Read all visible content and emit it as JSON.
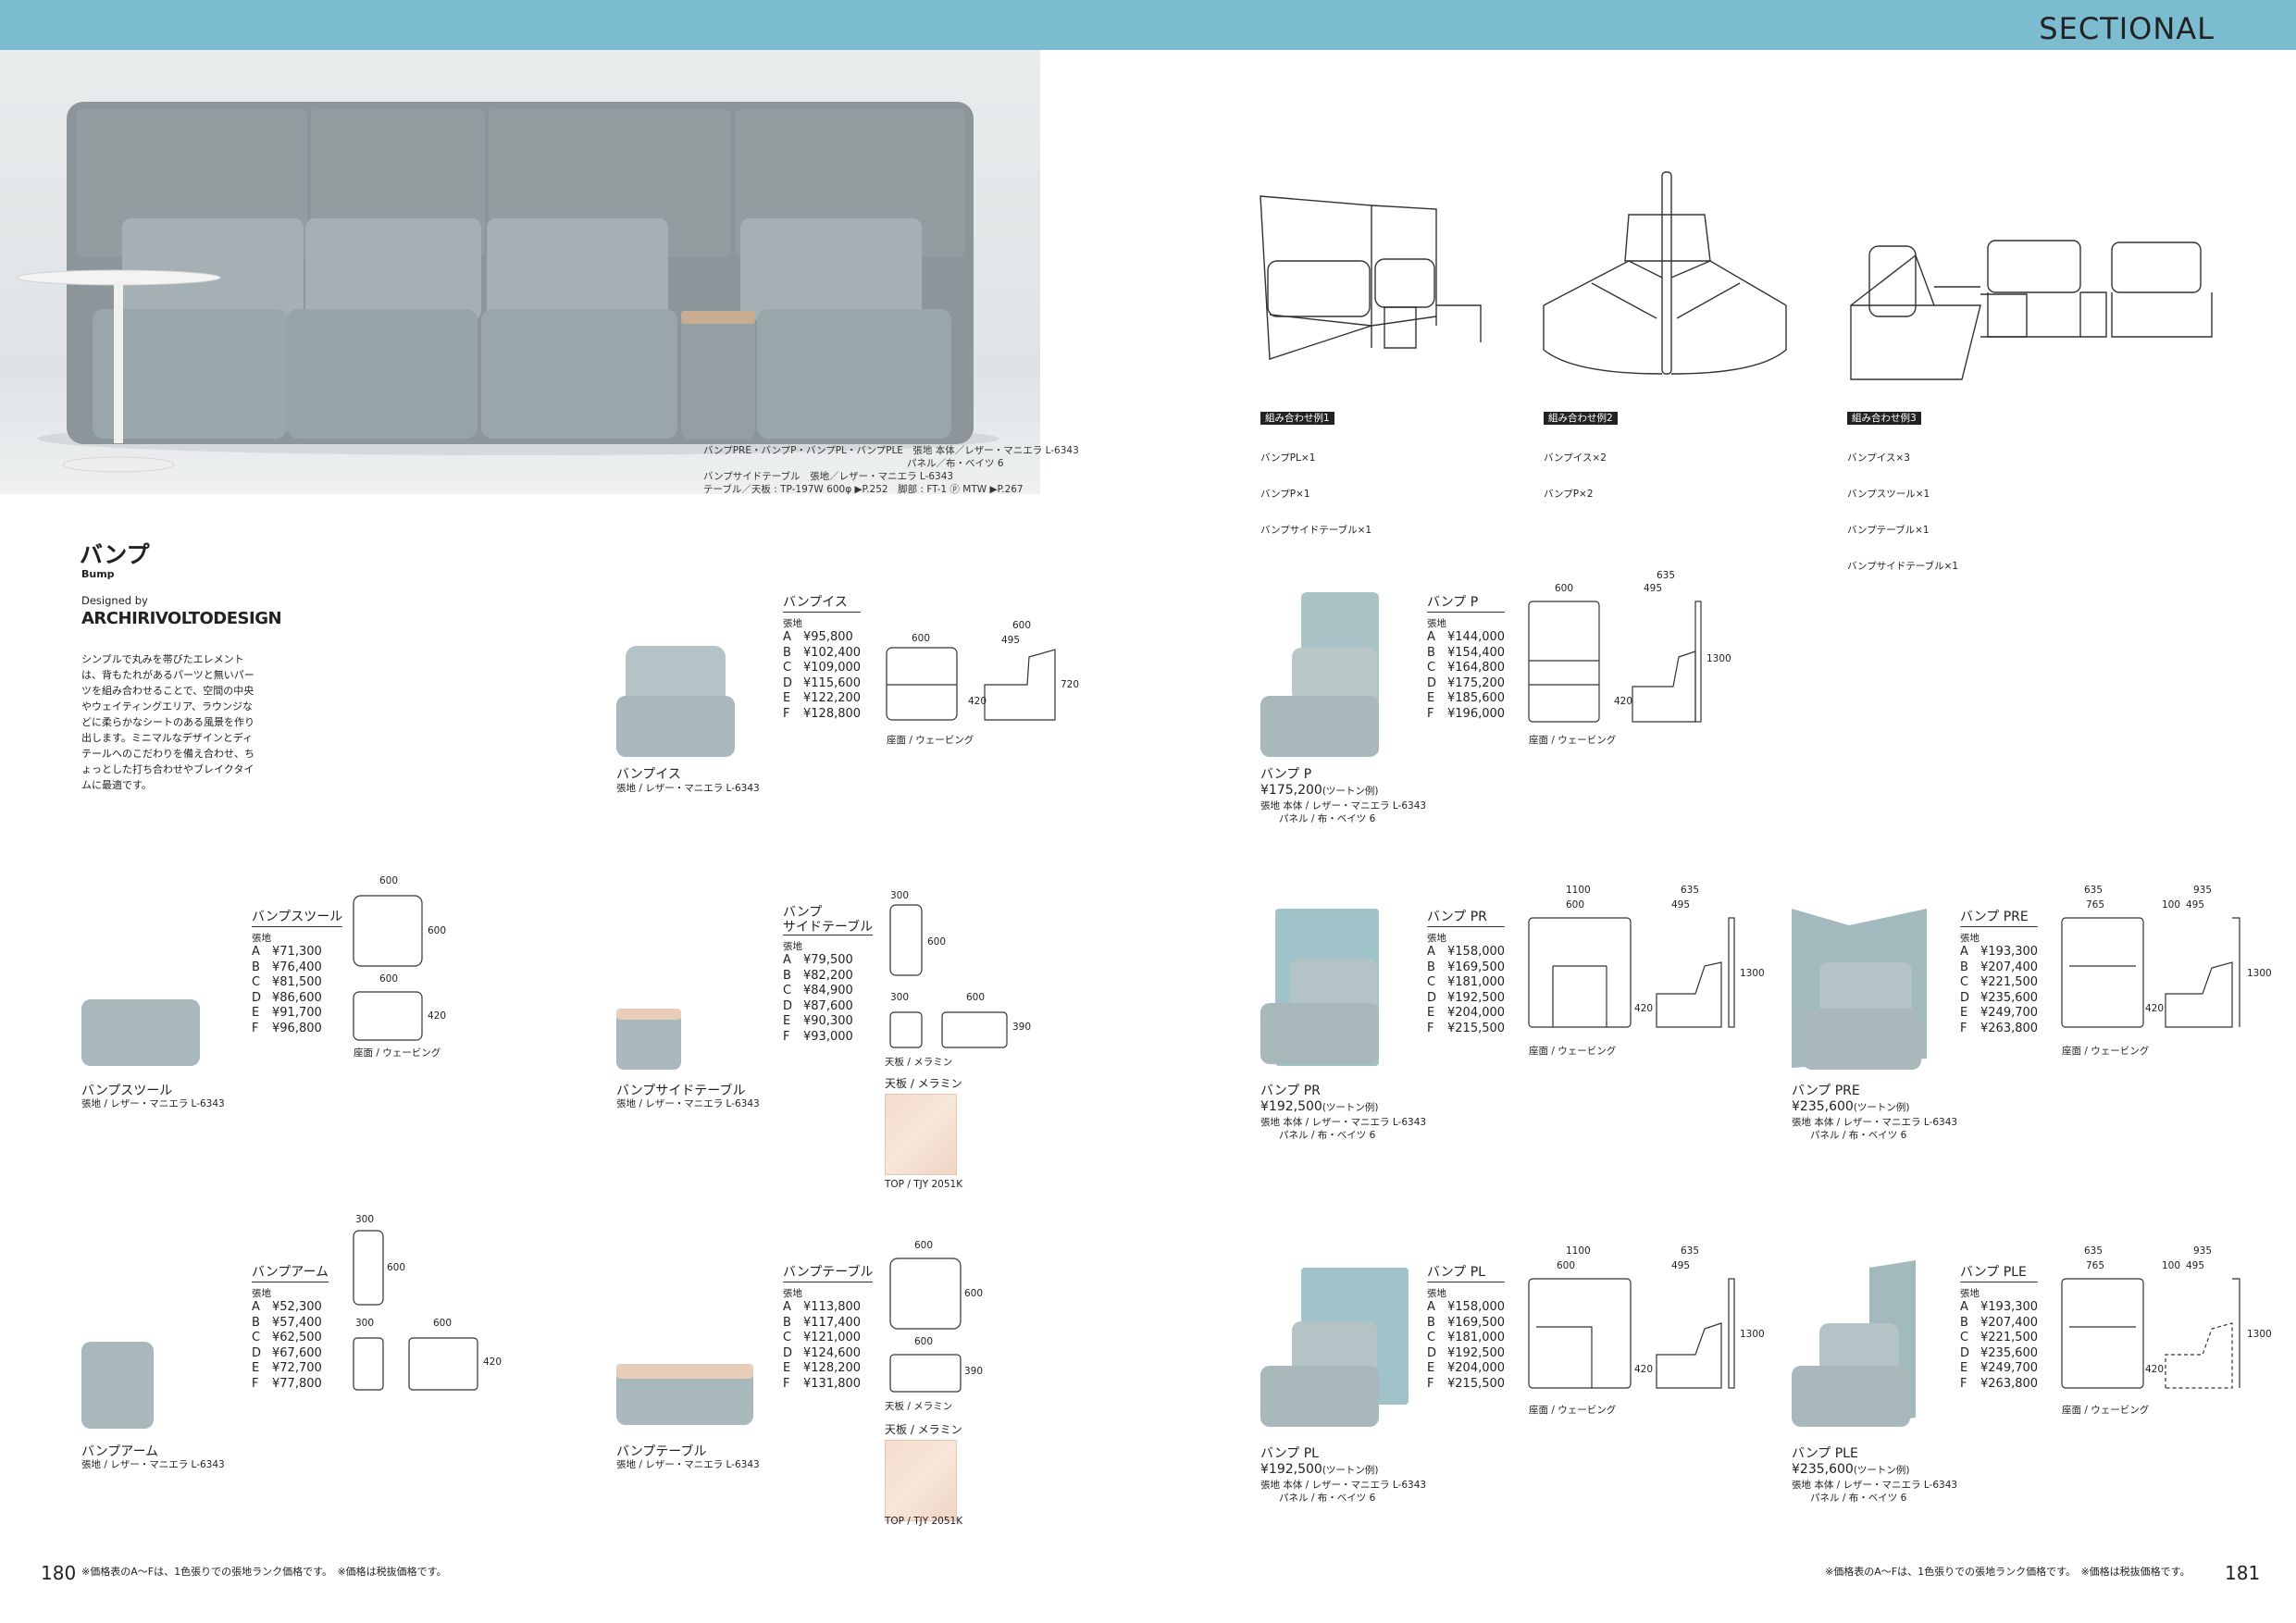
{
  "header": {
    "title": "SECTIONAL"
  },
  "hero": {
    "caption": [
      "バンプPRE・バンプP・バンプPL・バンプPLE　張地 本体／レザー・マニエラ L-6343",
      "パネル／布・ベイツ 6",
      "バンプサイドテーブル　張地／レザー・マニエラ L-6343",
      "テーブル／天板 : TP-197W 600φ ▶P.252　脚部 : FT-1 ⓟ MTW ▶P.267"
    ]
  },
  "intro": {
    "title_jp": "バンプ",
    "title_en": "Bump",
    "designed_by": "Designed by",
    "brand": "ARCHIRIVOLTODESIGN",
    "description": "シンプルで丸みを帯びたエレメントは、背もたれがあるパーツと無いパーツを組み合わせることで、空間の中央やウェイティングエリア、ラウンジなどに柔らかなシートのある風景を作り出します。ミニマルなデザインとディテールへのこだわりを備え合わせ、ちょっとした打ち合わせやブレイクタイムに最適です。"
  },
  "combos": [
    {
      "tag": "組み合わせ例1",
      "items": [
        "バンプPL×1",
        "バンプP×1",
        "バンプサイドテーブル×1"
      ]
    },
    {
      "tag": "組み合わせ例2",
      "items": [
        "バンプイス×2",
        "バンプP×2"
      ]
    },
    {
      "tag": "組み合わせ例3",
      "items": [
        "バンプイス×3",
        "バンプスツール×1",
        "バンプテーブル×1",
        "バンプサイドテーブル×1"
      ]
    }
  ],
  "grade_labels": [
    "A",
    "B",
    "C",
    "D",
    "E",
    "F"
  ],
  "products": {
    "chair": {
      "name": "バンプイス",
      "fabric": "張地",
      "prices": [
        "¥95,800",
        "¥102,400",
        "¥109,000",
        "¥115,600",
        "¥122,200",
        "¥128,800"
      ],
      "label": "バンプイス",
      "material": "張地 / レザー・マニエラ L-6343",
      "dims": [
        "600",
        "600",
        "495",
        "720",
        "420"
      ],
      "note": "座面 / ウェービング"
    },
    "stool": {
      "name": "バンプスツール",
      "fabric": "張地",
      "prices": [
        "¥71,300",
        "¥76,400",
        "¥81,500",
        "¥86,600",
        "¥91,700",
        "¥96,800"
      ],
      "label": "バンプスツール",
      "material": "張地 / レザー・マニエラ L-6343",
      "dims": [
        "600",
        "600",
        "600",
        "420"
      ],
      "note": "座面 / ウェービング"
    },
    "side_table": {
      "name": "バンプ\nサイドテーブル",
      "fabric": "張地",
      "prices": [
        "¥79,500",
        "¥82,200",
        "¥84,900",
        "¥87,600",
        "¥90,300",
        "¥93,000"
      ],
      "label": "バンプサイドテーブル",
      "material": "張地 / レザー・マニエラ L-6343",
      "dims": [
        "300",
        "600",
        "300",
        "600",
        "390"
      ],
      "note": "天板 / メラミン",
      "top_label": "天板 / メラミン",
      "top_code": "TOP / TJY 2051K"
    },
    "arm": {
      "name": "バンプアーム",
      "fabric": "張地",
      "prices": [
        "¥52,300",
        "¥57,400",
        "¥62,500",
        "¥67,600",
        "¥72,700",
        "¥77,800"
      ],
      "label": "バンプアーム",
      "material": "張地 / レザー・マニエラ L-6343",
      "dims": [
        "300",
        "600",
        "300",
        "600",
        "420"
      ]
    },
    "table": {
      "name": "バンプテーブル",
      "fabric": "張地",
      "prices": [
        "¥113,800",
        "¥117,400",
        "¥121,000",
        "¥124,600",
        "¥128,200",
        "¥131,800"
      ],
      "label": "バンプテーブル",
      "material": "張地 / レザー・マニエラ L-6343",
      "dims": [
        "600",
        "600",
        "600",
        "390"
      ],
      "note": "天板 / メラミン",
      "top_label": "天板 / メラミン",
      "top_code": "TOP / TJY 2051K"
    },
    "p": {
      "name": "バンプ P",
      "fabric": "張地",
      "prices": [
        "¥144,000",
        "¥154,400",
        "¥164,800",
        "¥175,200",
        "¥185,600",
        "¥196,000"
      ],
      "label": "バンプ P",
      "price_main": "¥175,200",
      "price_note": "(ツートン例)",
      "material": "張地 本体 / レザー・マニエラ L-6343\n      パネル / 布・ベイツ 6",
      "dims": [
        "600",
        "635",
        "495",
        "1300",
        "420"
      ],
      "note": "座面 / ウェービング"
    },
    "pr": {
      "name": "バンプ PR",
      "fabric": "張地",
      "prices": [
        "¥158,000",
        "¥169,500",
        "¥181,000",
        "¥192,500",
        "¥204,000",
        "¥215,500"
      ],
      "label": "バンプ PR",
      "price_main": "¥192,500",
      "price_note": "(ツートン例)",
      "material": "張地 本体 / レザー・マニエラ L-6343\n      パネル / 布・ベイツ 6",
      "dims": [
        "1100",
        "600",
        "635",
        "495",
        "1300",
        "420"
      ],
      "note": "座面 / ウェービング"
    },
    "pre": {
      "name": "バンプ PRE",
      "fabric": "張地",
      "prices": [
        "¥193,300",
        "¥207,400",
        "¥221,500",
        "¥235,600",
        "¥249,700",
        "¥263,800"
      ],
      "label": "バンプ PRE",
      "price_main": "¥235,600",
      "price_note": "(ツートン例)",
      "material": "張地 本体 / レザー・マニエラ L-6343\n      パネル / 布・ベイツ 6",
      "dims": [
        "635",
        "765",
        "935",
        "100",
        "495",
        "1300",
        "420"
      ],
      "note": "座面 / ウェービング"
    },
    "pl": {
      "name": "バンプ PL",
      "fabric": "張地",
      "prices": [
        "¥158,000",
        "¥169,500",
        "¥181,000",
        "¥192,500",
        "¥204,000",
        "¥215,500"
      ],
      "label": "バンプ PL",
      "price_main": "¥192,500",
      "price_note": "(ツートン例)",
      "material": "張地 本体 / レザー・マニエラ L-6343\n      パネル / 布・ベイツ 6",
      "dims": [
        "1100",
        "600",
        "635",
        "495",
        "1300",
        "420"
      ],
      "note": "座面 / ウェービング"
    },
    "ple": {
      "name": "バンプ PLE",
      "fabric": "張地",
      "prices": [
        "¥193,300",
        "¥207,400",
        "¥221,500",
        "¥235,600",
        "¥249,700",
        "¥263,800"
      ],
      "label": "バンプ PLE",
      "price_main": "¥235,600",
      "price_note": "(ツートン例)",
      "material": "張地 本体 / レザー・マニエラ L-6343\n      パネル / 布・ベイツ 6",
      "dims": [
        "635",
        "765",
        "935",
        "100",
        "495",
        "1300",
        "420"
      ],
      "note": "座面 / ウェービング"
    }
  },
  "footer": {
    "left_page": "180",
    "right_page": "181",
    "note": "※価格表のA〜Fは、1色張りでの張地ランク価格です。　※価格は税抜価格です。"
  },
  "colors": {
    "header": "#7bbcd1",
    "upholstery": "#aebfc2",
    "panel": "#9fc3c8",
    "panel_dark": "#8a9699",
    "wood": "#e8cdb8"
  }
}
